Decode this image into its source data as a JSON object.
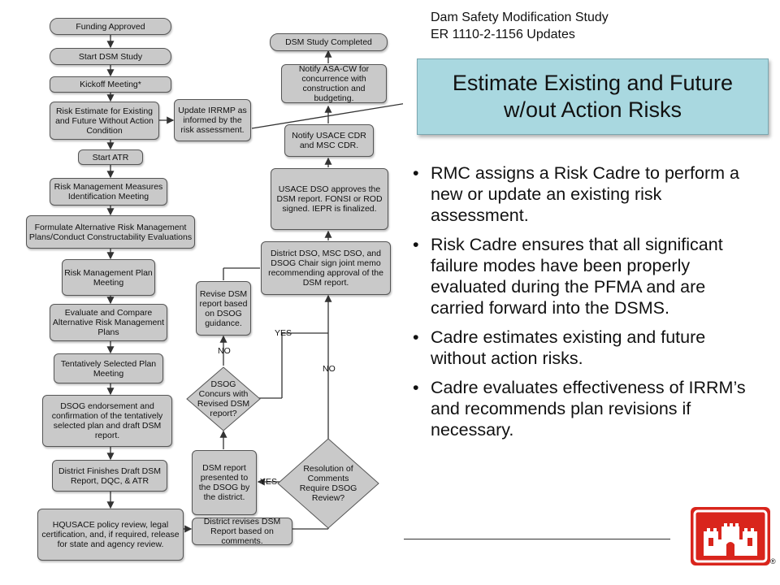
{
  "header": {
    "line1": "Dam Safety Modification Study",
    "line2": "ER 1110-2-1156 Updates"
  },
  "callout": {
    "line1": "Estimate Existing and Future",
    "line2": "w/out Action Risks"
  },
  "bullets": [
    "RMC assigns a Risk Cadre to perform a new or update an existing risk assessment.",
    "Risk Cadre ensures that all significant failure modes have been properly evaluated during the PFMA and are carried forward into the DSMS.",
    "Cadre estimates existing and future without action risks.",
    "Cadre evaluates effectiveness of IRRM’s and recommends plan revisions if necessary."
  ],
  "flowchart": {
    "left": {
      "funding": "Funding Approved",
      "start_dsm": "Start DSM Study",
      "kickoff": "Kickoff Meeting*",
      "risk_estimate": "Risk Estimate for Existing and Future Without Action Condition",
      "start_atr": "Start  ATR",
      "rm_measures": "Risk Management Measures Identification Meeting",
      "formulate": "Formulate Alternative Risk Management Plans/Conduct Constructability Evaluations",
      "rm_plan": "Risk Management Plan Meeting",
      "evaluate": "Evaluate and Compare Alternative Risk Management Plans",
      "tentative": "Tentatively Selected Plan Meeting",
      "dsog_endorse": "DSOG endorsement and confirmation of the tentatively selected plan and draft DSM report.",
      "district_finish": "District Finishes Draft DSM Report,  DQC, & ATR",
      "hqusace": "HQUSACE policy review, legal certification, and, if required, release for state and agency review."
    },
    "middle": {
      "update_irrmp": "Update IRRMP as informed by the risk assessment.",
      "revise_dsm": "Revise DSM report based on DSOG guidance.",
      "dsog_concurs": "DSOG Concurs with Revised DSM report?",
      "dsm_presented": "DSM report presented to the DSOG by the district.",
      "district_revises": "District revises DSM Report based on comments."
    },
    "right": {
      "completed": "DSM Study Completed",
      "notify_asa": "Notify ASA-CW for concurrence with construction and budgeting.",
      "notify_cdr": "Notify USACE CDR and MSC CDR.",
      "dso_approves": "USACE DSO approves the DSM report. FONSI or ROD signed. IEPR is finalized.",
      "joint_memo": "District DSO, MSC DSO, and DSOG Chair sign joint memo recommending  approval of the DSM report.",
      "resolution": "Resolution of Comments Require DSOG Review?"
    },
    "labels": {
      "yes_top": "YES",
      "no_left": "NO",
      "no_right": "NO",
      "yes_bottom": "YES"
    }
  },
  "colors": {
    "node_fill": "#c9c9c9",
    "callout_fill": "#a9d8e0",
    "logo_red": "#d9251c"
  },
  "logo_icon": "castle-icon"
}
